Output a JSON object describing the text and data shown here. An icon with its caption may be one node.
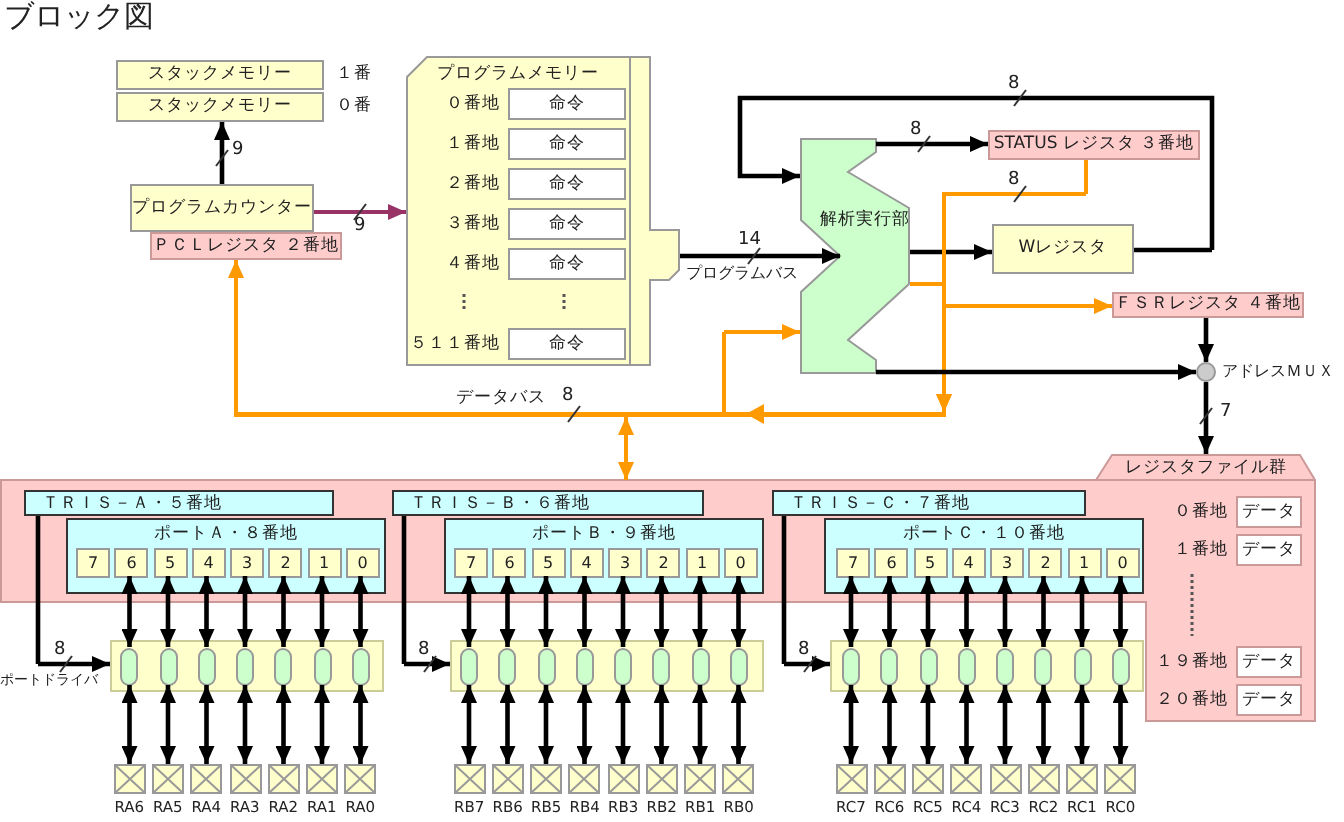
{
  "diagram": {
    "title": "ブロック図",
    "nodes": [
      {
        "text": [
          "スタックメモリー"
        ],
        "beside": [
          "１番"
        ]
      },
      {
        "text": [
          "スタックメモリー"
        ],
        "beside": [
          "０番"
        ]
      },
      {
        "text": [
          "プログラムメモリー"
        ]
      },
      {
        "text": [
          "命令"
        ],
        "in": 2,
        "beside": [
          "０番地"
        ]
      },
      {
        "text": [
          "命令"
        ],
        "in": 2,
        "beside": [
          "１番地"
        ]
      },
      {
        "text": [
          "命令"
        ],
        "in": 2,
        "beside": [
          "２番地"
        ]
      },
      {
        "text": [
          "命令"
        ],
        "in": 2,
        "beside": [
          "３番地"
        ]
      },
      {
        "text": [
          "命令"
        ],
        "in": 2,
        "beside": [
          "４番地"
        ]
      },
      {
        "text": [
          "命令"
        ],
        "in": 2,
        "beside": [
          "５１１番地"
        ]
      },
      {
        "text": [
          "STATUS レジスタ ３番地"
        ]
      },
      {
        "text": [
          "プログラムカウンター"
        ]
      },
      {
        "text": [
          "ＰＣＬレジスタ ２番地"
        ]
      },
      {
        "text": [
          "解析実行部"
        ]
      },
      {
        "text": [
          "Wレジスタ"
        ]
      },
      {
        "text": [
          "ＦＳＲレジスタ ４番地"
        ]
      },
      {
        "text": [],
        "shape": "circle",
        "beside": [
          "アドレスＭＵＸ"
        ]
      },
      {
        "text": [
          "レジスタファイル群"
        ]
      },
      {
        "text": [
          "ＴＲＩＳ－Ａ・５番地"
        ],
        "in": 16
      },
      {
        "text": [
          "ポートＡ・８番地"
        ],
        "in": 16
      },
      {
        "text": [
          "7"
        ],
        "in": 18
      },
      {
        "text": [
          "6"
        ],
        "in": 18
      },
      {
        "text": [
          "5"
        ],
        "in": 18
      },
      {
        "text": [
          "4"
        ],
        "in": 18
      },
      {
        "text": [
          "3"
        ],
        "in": 18
      },
      {
        "text": [
          "2"
        ],
        "in": 18
      },
      {
        "text": [
          "1"
        ],
        "in": 18
      },
      {
        "text": [
          "0"
        ],
        "in": 18
      },
      {
        "text": [
          "ＴＲＩＳ－Ｂ・６番地"
        ],
        "in": 16
      },
      {
        "text": [
          "ポートＢ・９番地"
        ],
        "in": 16
      },
      {
        "text": [
          "7"
        ],
        "in": 28
      },
      {
        "text": [
          "6"
        ],
        "in": 28
      },
      {
        "text": [
          "5"
        ],
        "in": 28
      },
      {
        "text": [
          "4"
        ],
        "in": 28
      },
      {
        "text": [
          "3"
        ],
        "in": 28
      },
      {
        "text": [
          "2"
        ],
        "in": 28
      },
      {
        "text": [
          "1"
        ],
        "in": 28
      },
      {
        "text": [
          "0"
        ],
        "in": 28
      },
      {
        "text": [
          "ＴＲＩＳ－Ｃ・７番地"
        ],
        "in": 16
      },
      {
        "text": [
          "ポートＣ・１０番地"
        ],
        "in": 16
      },
      {
        "text": [
          "7"
        ],
        "in": 38
      },
      {
        "text": [
          "6"
        ],
        "in": 38
      },
      {
        "text": [
          "5"
        ],
        "in": 38
      },
      {
        "text": [
          "4"
        ],
        "in": 38
      },
      {
        "text": [
          "3"
        ],
        "in": 38
      },
      {
        "text": [
          "2"
        ],
        "in": 38
      },
      {
        "text": [
          "1"
        ],
        "in": 38
      },
      {
        "text": [
          "0"
        ],
        "in": 38
      },
      {
        "text": [
          "データ"
        ],
        "in": 16,
        "beside": [
          "０番地"
        ]
      },
      {
        "text": [
          "データ"
        ],
        "in": 16,
        "beside": [
          "１番地"
        ]
      },
      {
        "text": [
          "データ"
        ],
        "in": 16,
        "beside": [
          "１９番地"
        ]
      },
      {
        "text": [
          "データ"
        ],
        "in": 16,
        "beside": [
          "２０番地"
        ]
      },
      {
        "text": [],
        "shape": "bar",
        "beside": [
          "ポートドライバ"
        ]
      },
      {
        "text": [],
        "shape": "oval",
        "in": 51
      },
      {
        "text": [],
        "shape": "oval",
        "in": 51
      },
      {
        "text": [],
        "shape": "oval",
        "in": 51
      },
      {
        "text": [],
        "shape": "oval",
        "in": 51
      },
      {
        "text": [],
        "shape": "oval",
        "in": 51
      },
      {
        "text": [],
        "shape": "oval",
        "in": 51
      },
      {
        "text": [],
        "shape": "oval",
        "in": 51
      },
      {
        "text": [],
        "shape": "bar"
      },
      {
        "text": [],
        "shape": "oval",
        "in": 59
      },
      {
        "text": [],
        "shape": "oval",
        "in": 59
      },
      {
        "text": [],
        "shape": "oval",
        "in": 59
      },
      {
        "text": [],
        "shape": "oval",
        "in": 59
      },
      {
        "text": [],
        "shape": "oval",
        "in": 59
      },
      {
        "text": [],
        "shape": "oval",
        "in": 59
      },
      {
        "text": [],
        "shape": "oval",
        "in": 59
      },
      {
        "text": [],
        "shape": "oval",
        "in": 59
      },
      {
        "text": [],
        "shape": "bar"
      },
      {
        "text": [],
        "shape": "oval",
        "in": 68
      },
      {
        "text": [],
        "shape": "oval",
        "in": 68
      },
      {
        "text": [],
        "shape": "oval",
        "in": 68
      },
      {
        "text": [],
        "shape": "oval",
        "in": 68
      },
      {
        "text": [],
        "shape": "oval",
        "in": 68
      },
      {
        "text": [],
        "shape": "oval",
        "in": 68
      },
      {
        "text": [],
        "shape": "oval",
        "in": 68
      },
      {
        "text": [],
        "shape": "oval",
        "in": 68
      },
      {
        "text": [],
        "shape": "box",
        "beside": [
          "RA6"
        ]
      },
      {
        "text": [],
        "shape": "box",
        "beside": [
          "RA5"
        ]
      },
      {
        "text": [],
        "shape": "box",
        "beside": [
          "RA4"
        ]
      },
      {
        "text": [],
        "shape": "box",
        "beside": [
          "RA3"
        ]
      },
      {
        "text": [],
        "shape": "box",
        "beside": [
          "RA2"
        ]
      },
      {
        "text": [],
        "shape": "box",
        "beside": [
          "RA1"
        ]
      },
      {
        "text": [],
        "shape": "box",
        "beside": [
          "RA0"
        ]
      },
      {
        "text": [],
        "shape": "box",
        "beside": [
          "RB7"
        ]
      },
      {
        "text": [],
        "shape": "box",
        "beside": [
          "RB6"
        ]
      },
      {
        "text": [],
        "shape": "box",
        "beside": [
          "RB5"
        ]
      },
      {
        "text": [],
        "shape": "box",
        "beside": [
          "RB4"
        ]
      },
      {
        "text": [],
        "shape": "box",
        "beside": [
          "RB3"
        ]
      },
      {
        "text": [],
        "shape": "box",
        "beside": [
          "RB2"
        ]
      },
      {
        "text": [],
        "shape": "box",
        "beside": [
          "RB1"
        ]
      },
      {
        "text": [],
        "shape": "box",
        "beside": [
          "RB0"
        ]
      },
      {
        "text": [],
        "shape": "box",
        "beside": [
          "RC7"
        ]
      },
      {
        "text": [],
        "shape": "box",
        "beside": [
          "RC6"
        ]
      },
      {
        "text": [],
        "shape": "box",
        "beside": [
          "RC5"
        ]
      },
      {
        "text": [],
        "shape": "box",
        "beside": [
          "RC4"
        ]
      },
      {
        "text": [],
        "shape": "box",
        "beside": [
          "RC3"
        ]
      },
      {
        "text": [],
        "shape": "box",
        "beside": [
          "RC2"
        ]
      },
      {
        "text": [],
        "shape": "box",
        "beside": [
          "RC1"
        ]
      },
      {
        "text": [],
        "shape": "box",
        "beside": [
          "RC0"
        ]
      },
      {
        "text": [],
        "shape": "bar",
        "beside": [
          "データバス",
          "8"
        ]
      }
    ],
    "edges": [
      {
        "from": 10,
        "to": 1,
        "arrow": "to",
        "label": "9"
      },
      {
        "from": 10,
        "to": 2,
        "arrow": "to",
        "label": "9",
        "color": "#993366"
      },
      {
        "from": 2,
        "to": 12,
        "arrow": "to",
        "label": "14"
      },
      {
        "from": 12,
        "to": 9,
        "arrow": "to",
        "label": "8"
      },
      {
        "from": 13,
        "to": 12,
        "arrow": "to",
        "label": "8"
      },
      {
        "from": 12,
        "to": 13,
        "arrow": "to"
      },
      {
        "from": 9,
        "to": 100,
        "arrow": "to",
        "label": "8",
        "color": "#ff9900"
      },
      {
        "from": 12,
        "to": 100,
        "arrow": "none",
        "color": "#ff9900"
      },
      {
        "from": 14,
        "to": 100,
        "arrow": "both",
        "color": "#ff9900"
      },
      {
        "from": 100,
        "to": 16,
        "arrow": "both",
        "color": "#ff9900"
      },
      {
        "from": 100,
        "to": 11,
        "arrow": "to",
        "color": "#ff9900"
      },
      {
        "from": 100,
        "to": 12,
        "arrow": "to",
        "color": "#ff9900"
      },
      {
        "from": 14,
        "to": 15,
        "arrow": "to"
      },
      {
        "from": 12,
        "to": 15,
        "arrow": "to"
      },
      {
        "from": 15,
        "to": 16,
        "arrow": "to",
        "label": "7"
      },
      {
        "from": 17,
        "to": 51,
        "arrow": "to",
        "label": "8"
      },
      {
        "from": 27,
        "to": 59,
        "arrow": "to",
        "label": "8"
      },
      {
        "from": 37,
        "to": 68,
        "arrow": "to",
        "label": "8"
      },
      {
        "from": 20,
        "to": 52,
        "arrow": "both"
      },
      {
        "from": 21,
        "to": 53,
        "arrow": "both"
      },
      {
        "from": 22,
        "to": 54,
        "arrow": "both"
      },
      {
        "from": 23,
        "to": 55,
        "arrow": "both"
      },
      {
        "from": 24,
        "to": 56,
        "arrow": "both"
      },
      {
        "from": 25,
        "to": 57,
        "arrow": "both"
      },
      {
        "from": 26,
        "to": 58,
        "arrow": "both"
      },
      {
        "from": 29,
        "to": 60,
        "arrow": "both"
      },
      {
        "from": 30,
        "to": 61,
        "arrow": "both"
      },
      {
        "from": 31,
        "to": 62,
        "arrow": "both"
      },
      {
        "from": 32,
        "to": 63,
        "arrow": "both"
      },
      {
        "from": 33,
        "to": 64,
        "arrow": "both"
      },
      {
        "from": 34,
        "to": 65,
        "arrow": "both"
      },
      {
        "from": 35,
        "to": 66,
        "arrow": "both"
      },
      {
        "from": 36,
        "to": 67,
        "arrow": "both"
      },
      {
        "from": 39,
        "to": 69,
        "arrow": "both"
      },
      {
        "from": 40,
        "to": 70,
        "arrow": "both"
      },
      {
        "from": 41,
        "to": 71,
        "arrow": "both"
      },
      {
        "from": 42,
        "to": 72,
        "arrow": "both"
      },
      {
        "from": 43,
        "to": 73,
        "arrow": "both"
      },
      {
        "from": 44,
        "to": 74,
        "arrow": "both"
      },
      {
        "from": 45,
        "to": 75,
        "arrow": "both"
      },
      {
        "from": 46,
        "to": 76,
        "arrow": "both"
      },
      {
        "from": 52,
        "to": 77,
        "arrow": "both"
      },
      {
        "from": 53,
        "to": 78,
        "arrow": "both"
      },
      {
        "from": 54,
        "to": 79,
        "arrow": "both"
      },
      {
        "from": 55,
        "to": 80,
        "arrow": "both"
      },
      {
        "from": 56,
        "to": 81,
        "arrow": "both"
      },
      {
        "from": 57,
        "to": 82,
        "arrow": "both"
      },
      {
        "from": 58,
        "to": 83,
        "arrow": "both"
      },
      {
        "from": 60,
        "to": 84,
        "arrow": "both"
      },
      {
        "from": 61,
        "to": 85,
        "arrow": "both"
      },
      {
        "from": 62,
        "to": 86,
        "arrow": "both"
      },
      {
        "from": 63,
        "to": 87,
        "arrow": "both"
      },
      {
        "from": 64,
        "to": 88,
        "arrow": "both"
      },
      {
        "from": 65,
        "to": 89,
        "arrow": "both"
      },
      {
        "from": 66,
        "to": 90,
        "arrow": "both"
      },
      {
        "from": 67,
        "to": 91,
        "arrow": "both"
      },
      {
        "from": 69,
        "to": 92,
        "arrow": "both"
      },
      {
        "from": 70,
        "to": 93,
        "arrow": "both"
      },
      {
        "from": 71,
        "to": 94,
        "arrow": "both"
      },
      {
        "from": 72,
        "to": 95,
        "arrow": "both"
      },
      {
        "from": 73,
        "to": 96,
        "arrow": "both"
      },
      {
        "from": 74,
        "to": 97,
        "arrow": "both"
      },
      {
        "from": 75,
        "to": 98,
        "arrow": "both"
      },
      {
        "from": 76,
        "to": 99,
        "arrow": "both"
      }
    ],
    "labels": [
      "プログラムバス"
    ]
  }
}
